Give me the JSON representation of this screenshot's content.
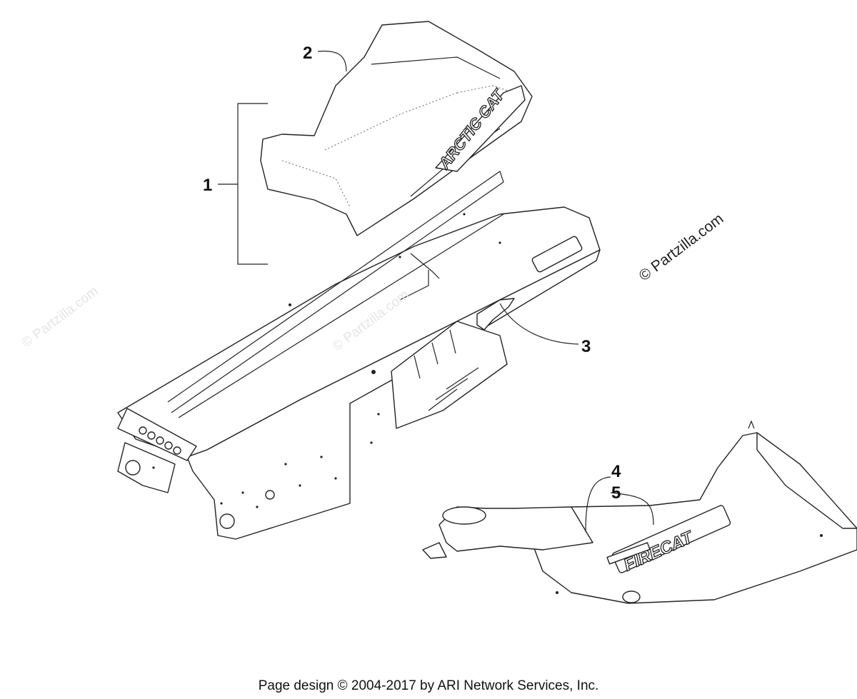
{
  "callouts": [
    {
      "number": "1",
      "part": "seat-assembly"
    },
    {
      "number": "2",
      "part": "seat"
    },
    {
      "number": "3",
      "part": "decal-side"
    },
    {
      "number": "4",
      "part": "label-a"
    },
    {
      "number": "5",
      "part": "label-b"
    }
  ],
  "logos": {
    "seat": "ARCTIC CAT",
    "hood": "FIRECAT"
  },
  "watermark": "© Partzilla.com",
  "faint_watermark": "© Partzilla.com",
  "footer": "Page design © 2004-2017 by ARI Network Services, Inc."
}
